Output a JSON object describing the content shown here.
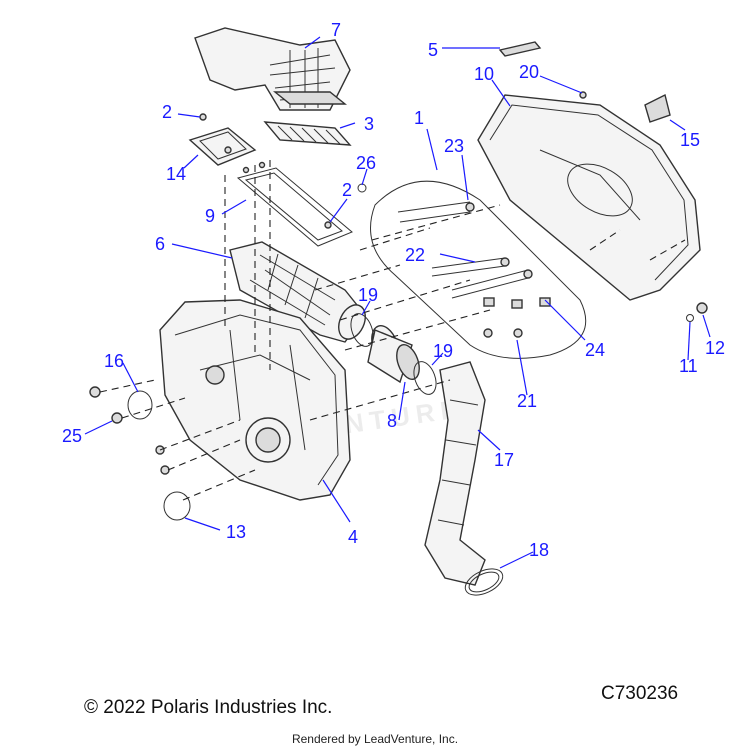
{
  "diagram": {
    "callouts": [
      "1",
      "2",
      "2",
      "3",
      "4",
      "5",
      "6",
      "7",
      "8",
      "9",
      "10",
      "11",
      "12",
      "13",
      "14",
      "15",
      "16",
      "17",
      "18",
      "19",
      "19",
      "20",
      "21",
      "22",
      "23",
      "24",
      "25",
      "26"
    ],
    "watermark": "VENTURE"
  },
  "footer": {
    "copyright": "© 2022 Polaris Industries Inc.",
    "diagram_code": "C730236",
    "rendered_by": "Rendered by LeadVenture, Inc."
  },
  "colors": {
    "callout": "#1a1aff",
    "line": "#333333"
  }
}
